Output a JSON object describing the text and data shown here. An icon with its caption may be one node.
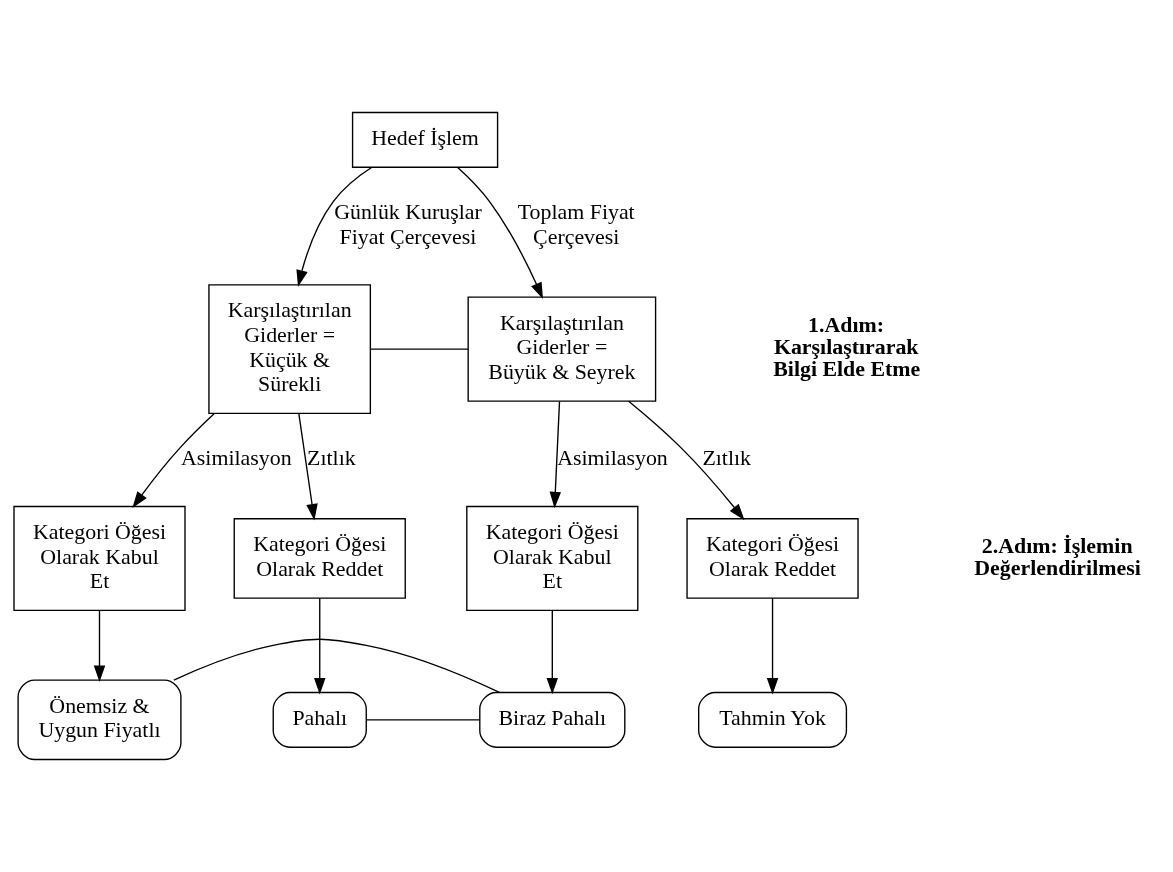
{
  "diagram": {
    "nodes": [
      {
        "text": [
          "Hedef İşlem"
        ]
      },
      {
        "text": [
          "Karşılaştırılan Giderler = Küçük & Sürekli"
        ]
      },
      {
        "text": [
          "Karşılaştırılan Giderler = Büyük & Seyrek"
        ]
      },
      {
        "text": [
          "Kategori Öğesi Olarak Kabul Et"
        ]
      },
      {
        "text": [
          "Kategori Öğesi Olarak Reddet"
        ]
      },
      {
        "text": [
          "Kategori Öğesi Olarak Kabul Et"
        ]
      },
      {
        "text": [
          "Kategori Öğesi Olarak Reddet"
        ]
      },
      {
        "text": [
          "Önemsiz & Uygun Fiyatlı"
        ]
      },
      {
        "text": [
          "Pahalı"
        ]
      },
      {
        "text": [
          "Biraz Pahalı"
        ]
      },
      {
        "text": [
          "Tahmin Yok"
        ]
      }
    ],
    "edges": [
      {
        "from": 0,
        "to": 1,
        "arrow": "to",
        "label": "Günlük Kuruşlar Fiyat Çerçevesi"
      },
      {
        "from": 0,
        "to": 2,
        "arrow": "to",
        "label": "Toplam Fiyat Çerçevesi"
      },
      {
        "from": 1,
        "to": 2,
        "arrow": "none"
      },
      {
        "from": 1,
        "to": 3,
        "arrow": "to",
        "label": "Asimilasyon"
      },
      {
        "from": 1,
        "to": 4,
        "arrow": "to",
        "label": "Zıtlık"
      },
      {
        "from": 2,
        "to": 5,
        "arrow": "to",
        "label": "Asimilasyon"
      },
      {
        "from": 2,
        "to": 6,
        "arrow": "to",
        "label": "Zıtlık"
      },
      {
        "from": 3,
        "to": 7,
        "arrow": "to"
      },
      {
        "from": 4,
        "to": 8,
        "arrow": "to"
      },
      {
        "from": 5,
        "to": 9,
        "arrow": "to"
      },
      {
        "from": 6,
        "to": 10,
        "arrow": "to"
      },
      {
        "from": 7,
        "to": 9,
        "arrow": "none"
      },
      {
        "from": 8,
        "to": 9,
        "arrow": "none"
      }
    ],
    "labels": [
      "1.Adım: Karşılaştırarak Bilgi Elde Etme",
      "2.Adım: İşlemin Değerlendirilmesi"
    ]
  }
}
